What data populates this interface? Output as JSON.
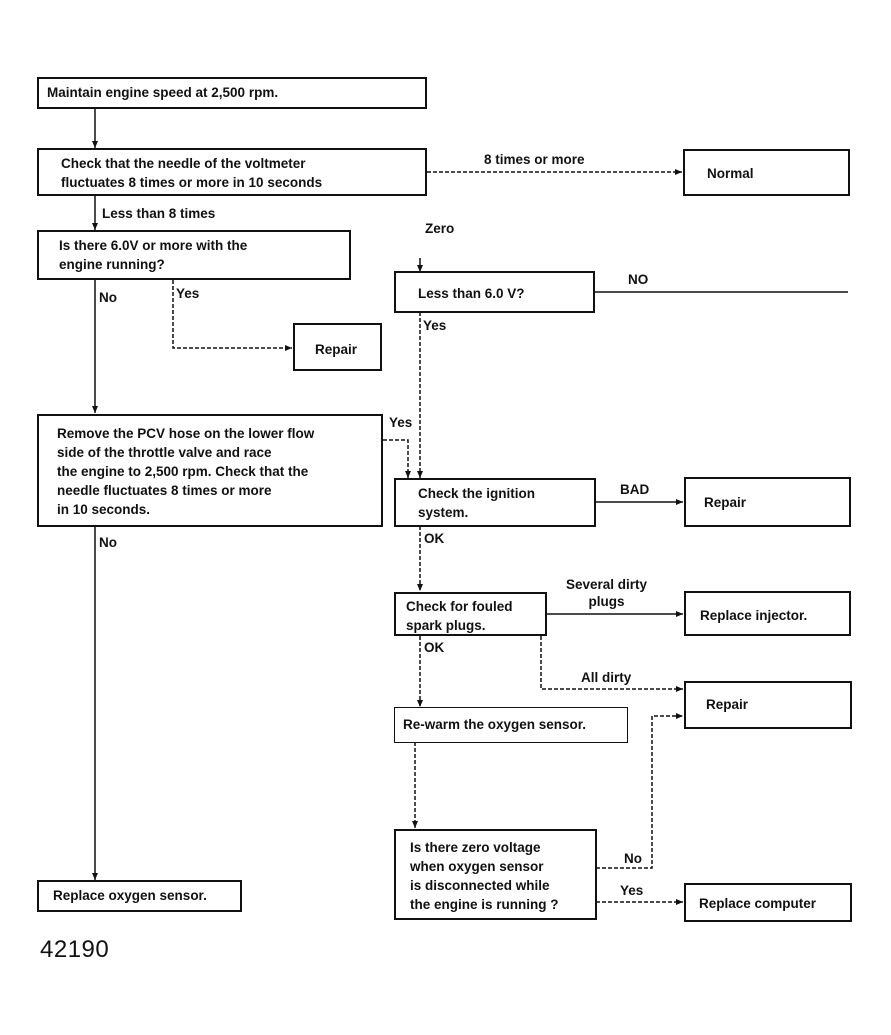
{
  "figure_number": "42190",
  "nodes": {
    "maintain_speed": "Maintain engine speed at 2,500 rpm.",
    "check_needle": "Check that the needle of the voltmeter\nfluctuates 8 times or more in 10 seconds",
    "normal": "Normal",
    "check_6v": "Is there 6.0V or more with the\nengine running?",
    "repair_1": "Repair",
    "less_than_6v": "Less than 6.0 V?",
    "remove_pcv": "Remove the PCV hose on the lower flow\nside of the throttle valve and race\nthe engine to 2,500 rpm. Check that the\nneedle fluctuates 8 times or more\nin 10 seconds.",
    "check_ignition": "Check the ignition\nsystem.",
    "repair_2": "Repair",
    "check_plugs": "Check for fouled\nspark plugs.",
    "replace_injector": "Replace injector.",
    "repair_3": "Repair",
    "rewarm_sensor": "Re-warm the oxygen sensor.",
    "zero_voltage": "Is there zero voltage\nwhen oxygen sensor\nis disconnected while\nthe engine is running ?",
    "replace_sensor": "Replace oxygen sensor.",
    "replace_computer": "Replace computer"
  },
  "edge_labels": {
    "eight_or_more": "8 times or more",
    "less_than_8": "Less than 8 times",
    "zero": "Zero",
    "no_1": "No",
    "yes_1": "Yes",
    "no_caps": "NO",
    "yes_2": "Yes",
    "yes_3": "Yes",
    "bad": "BAD",
    "no_2": "No",
    "ok_1": "OK",
    "several_dirty": "Several dirty\nplugs",
    "ok_2": "OK",
    "all_dirty": "All dirty",
    "no_3": "No",
    "yes_4": "Yes"
  }
}
